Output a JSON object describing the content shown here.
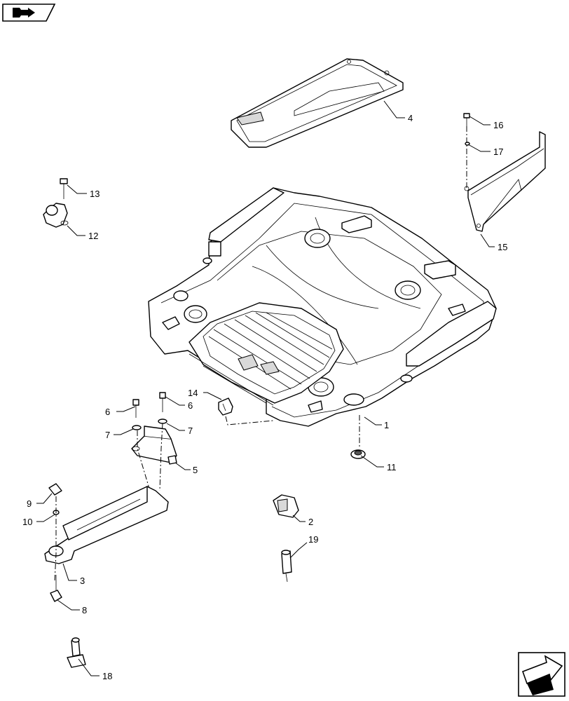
{
  "callouts": {
    "c1": "1",
    "c2": "2",
    "c3": "3",
    "c4": "4",
    "c5": "5",
    "c6a": "6",
    "c6b": "6",
    "c7a": "7",
    "c7b": "7",
    "c8": "8",
    "c9": "9",
    "c10": "10",
    "c11": "11",
    "c12": "12",
    "c13": "13",
    "c14": "14",
    "c15": "15",
    "c16": "16",
    "c17": "17",
    "c18": "18",
    "c19": "19"
  },
  "icons": {
    "top_left": "book-arrow-icon",
    "bottom_right": "next-page-arrow-icon"
  },
  "colors": {
    "line": "#000000",
    "shade": "#d9d9d9",
    "background": "#ffffff"
  }
}
